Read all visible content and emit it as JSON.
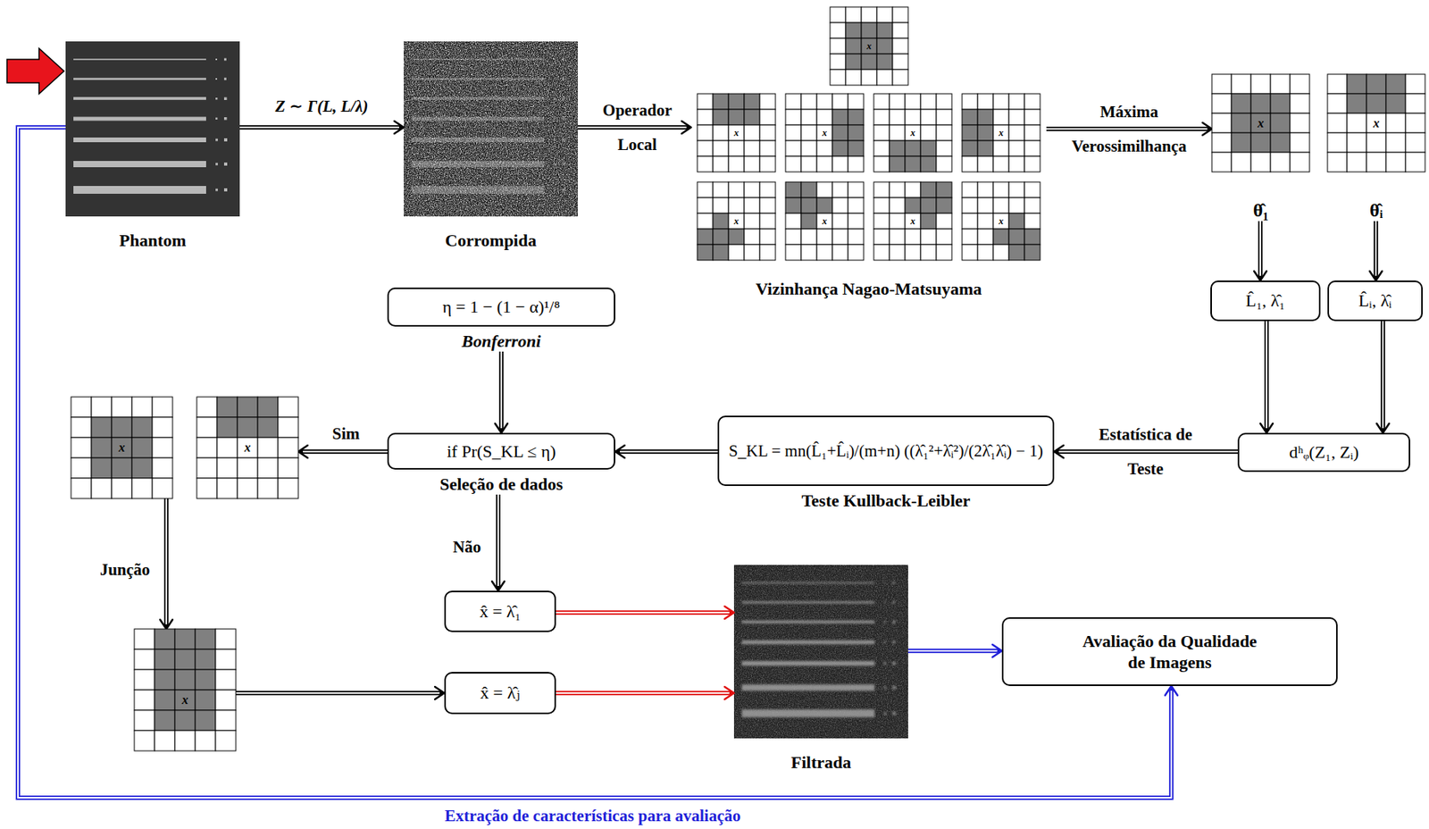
{
  "diagram": {
    "nodes": [
      {
        "text": [
          "Phantom"
        ]
      },
      {
        "text": [
          "Corrompida"
        ]
      },
      {
        "text": [
          "Vizinhança Nagao-Matsuyama"
        ]
      },
      {
        "text": [
          "x"
        ],
        "in": 2
      },
      {
        "text": [
          "x"
        ],
        "in": 2
      },
      {
        "text": [
          "x"
        ],
        "in": 2
      },
      {
        "text": [
          "x"
        ],
        "in": 2
      },
      {
        "text": [
          "x"
        ],
        "in": 2
      },
      {
        "text": [
          "x"
        ],
        "in": 2
      },
      {
        "text": [
          "x"
        ],
        "in": 2
      },
      {
        "text": [
          "x"
        ],
        "in": 2
      },
      {
        "text": [
          "x"
        ],
        "in": 2
      },
      {
        "text": [
          "x",
          "θ̂₁"
        ]
      },
      {
        "text": [
          "x",
          "θ̂ᵢ"
        ]
      },
      {
        "text": [
          "L̂₁, λ̂₁"
        ]
      },
      {
        "text": [
          "L̂ᵢ, λ̂ᵢ"
        ]
      },
      {
        "text": [
          "η = 1 − (1 − α)¹/⁸",
          "Bonferroni"
        ]
      },
      {
        "text": [
          "dʰᵩ(Z₁, Zᵢ)"
        ]
      },
      {
        "text": [
          "x"
        ]
      },
      {
        "text": [
          "x"
        ]
      },
      {
        "text": [
          "if Pr(S_KL ≤ η)",
          "Seleção de dados"
        ]
      },
      {
        "text": [
          "S_KL = mn(L̂₁+L̂ᵢ)/(m+n) ((λ̂₁²+λ̂ᵢ²)/(2λ̂₁λ̂ᵢ) − 1)",
          "Teste Kullback-Leibler"
        ]
      },
      {
        "text": [
          "x"
        ]
      },
      {
        "text": [
          "x̂ = λ̂₁"
        ]
      },
      {
        "text": [
          "x̂ = λ̂ⱼ"
        ]
      },
      {
        "text": [
          "Filtrada"
        ]
      },
      {
        "text": [
          "Avaliação da Qualidade de Imagens"
        ]
      }
    ],
    "edges": [
      {
        "from": 0,
        "to": 1,
        "arrow": "to",
        "label": "Z ∼ Γ(L, L/λ)"
      },
      {
        "from": 1,
        "to": 2,
        "arrow": "to",
        "label": "Operador Local"
      },
      {
        "from": 2,
        "to": 12,
        "arrow": "to",
        "label": "Máxima Verossimilhança"
      },
      {
        "from": 12,
        "to": 14,
        "arrow": "to"
      },
      {
        "from": 13,
        "to": 15,
        "arrow": "to"
      },
      {
        "from": 14,
        "to": 17,
        "arrow": "to"
      },
      {
        "from": 15,
        "to": 17,
        "arrow": "to"
      },
      {
        "from": 17,
        "to": 21,
        "arrow": "to",
        "label": "Estatística de Teste"
      },
      {
        "from": 21,
        "to": 20,
        "arrow": "to"
      },
      {
        "from": 16,
        "to": 20,
        "arrow": "to"
      },
      {
        "from": 20,
        "to": 19,
        "arrow": "to",
        "label": "Sim"
      },
      {
        "from": 18,
        "to": 22,
        "arrow": "to",
        "label": "Junção"
      },
      {
        "from": 20,
        "to": 23,
        "arrow": "to",
        "label": "Não"
      },
      {
        "from": 22,
        "to": 24,
        "arrow": "to"
      },
      {
        "from": 23,
        "to": 25,
        "arrow": "to"
      },
      {
        "from": 24,
        "to": 25,
        "arrow": "to"
      },
      {
        "from": 25,
        "to": 26,
        "arrow": "to"
      },
      {
        "from": 0,
        "to": 26,
        "arrow": "to",
        "label": "Extração de características para avaliação"
      }
    ]
  }
}
